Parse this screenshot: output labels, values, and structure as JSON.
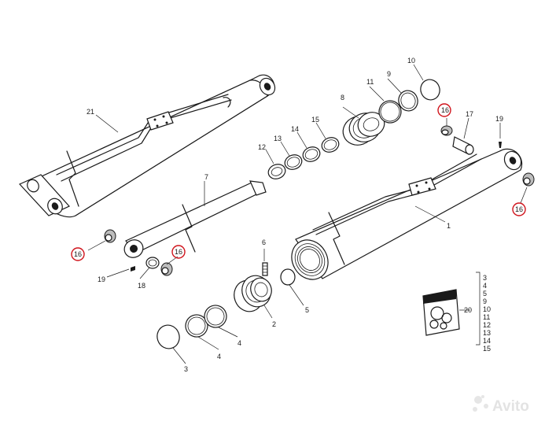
{
  "callouts": {
    "p1": "1",
    "p2": "2",
    "p3": "3",
    "p4a": "4",
    "p4b": "4",
    "p5": "5",
    "p6": "6",
    "p7": "7",
    "p8": "8",
    "p9": "9",
    "p10": "10",
    "p11": "11",
    "p12": "12",
    "p13": "13",
    "p14": "14",
    "p15": "15",
    "p16a": "16",
    "p16b": "16",
    "p16c": "16",
    "p16d": "16",
    "p17": "17",
    "p18": "18",
    "p19a": "19",
    "p19b": "19",
    "p20": "20",
    "p21": "21"
  },
  "kit_list": [
    "3",
    "4",
    "5",
    "9",
    "10",
    "11",
    "12",
    "13",
    "14",
    "15"
  ],
  "watermark": "Avito",
  "colors": {
    "highlight": "#d0141c",
    "line": "#1a1a1a",
    "background": "#ffffff"
  }
}
